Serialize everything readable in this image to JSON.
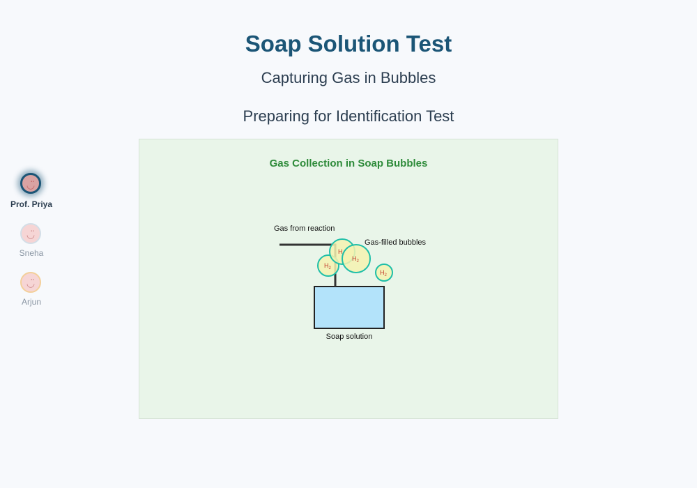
{
  "header": {
    "title": "Soap Solution Test",
    "subtitle": "Capturing Gas in Bubbles",
    "section": "Preparing for Identification Test"
  },
  "participants": [
    {
      "name": "Prof. Priya",
      "active": true,
      "ring_color": "#1b5576"
    },
    {
      "name": "Sneha",
      "active": false,
      "ring_color": "#c8d6e0"
    },
    {
      "name": "Arjun",
      "active": false,
      "ring_color": "#f2c27a"
    }
  ],
  "diagram": {
    "title": "Gas Collection in Soap Bubbles",
    "labels": {
      "gas_source": "Gas from reaction",
      "bubbles": "Gas-filled bubbles",
      "container": "Soap solution"
    },
    "bubble_formula": "H",
    "bubble_subscript": "2",
    "colors": {
      "panel_bg": "#e9f5e9",
      "title": "#2e8b3a",
      "bubble_fill": "#f5f2b0",
      "bubble_stroke": "#1fbfa8",
      "solution": "#b3e3fa",
      "tube": "#333333"
    }
  }
}
